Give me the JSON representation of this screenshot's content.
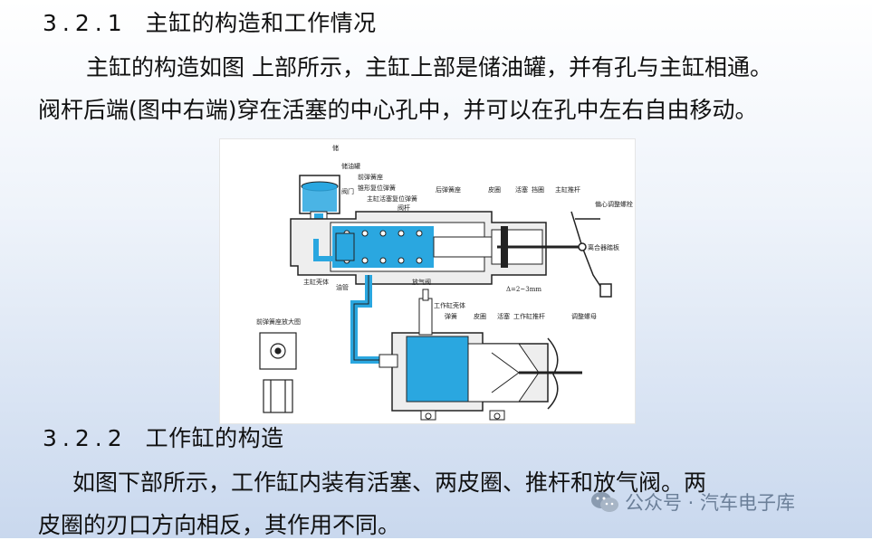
{
  "section1": {
    "number": "3.2.1",
    "title": "主缸的构造和工作情况",
    "para_line1": "主缸的构造如图 上部所示，主缸上部是储油罐，并有孔与主缸相通。",
    "para_line2": "阀杆后端(图中右端)穿在活塞的中心孔中，并可以在孔中左右自由移动。"
  },
  "figure": {
    "labels": {
      "reservoir": "储\n油\n罐",
      "front_spring_seat": "前弹簧座",
      "cup_spring": "锥形复位弹簧",
      "valve_door": "阀门",
      "piston_return_spring": "主缸活塞复位弹簧",
      "valve_stem": "阀杆",
      "rear_spring_seat": "后弹簧座",
      "leather_ring": "皮圈",
      "piston": "活塞",
      "stop_ring": "挡圈",
      "push_rod": "主缸推杆",
      "eccentric_bolt": "偏心调整螺栓",
      "clutch_pedal": "离合器踏板",
      "master_housing": "主缸壳体",
      "oil_pipe": "油管",
      "delta": "Δ=2~3mm",
      "bleed_valve": "放\n气\n阀",
      "work_housing": "工作缸壳体",
      "spring": "弹簧",
      "leather_ring2": "皮圈",
      "piston2": "活塞",
      "work_push_rod": "工作缸推杆",
      "adjust_nut": "调整螺母",
      "front_seat_enlarged": "前弹簧座放大图"
    }
  },
  "section2": {
    "number": "3.2.2",
    "title": "工作缸的构造",
    "para_line1": "如图下部所示，工作缸内装有活塞、两皮圈、推杆和放气阀。两",
    "para_line2": "皮圈的刃口方向相反，其作用不同。"
  },
  "watermark": {
    "text": "公众号 · 汽车电子库",
    "icon": "wechat-icon"
  },
  "colors": {
    "fluid": "#2aa7e0",
    "outline": "#222222"
  }
}
